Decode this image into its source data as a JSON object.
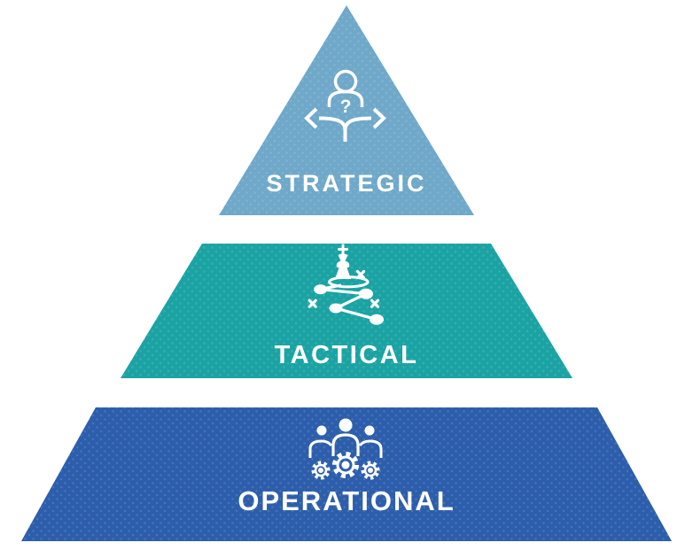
{
  "diagram": {
    "background_color": "#FFFFFF",
    "label_color": "#FFFFFF",
    "icon_color": "#FFFFFF",
    "levels": [
      {
        "id": "strategic",
        "label": "STRATEGIC",
        "color": "#6FA8C9",
        "icon": "decision-paths-person-icon"
      },
      {
        "id": "tactical",
        "label": "TACTICAL",
        "color": "#1BA3A3",
        "icon": "chess-king-game-plan-icon"
      },
      {
        "id": "operational",
        "label": "OPERATIONAL",
        "color": "#2D5EAC",
        "icon": "team-gears-icon"
      }
    ]
  }
}
